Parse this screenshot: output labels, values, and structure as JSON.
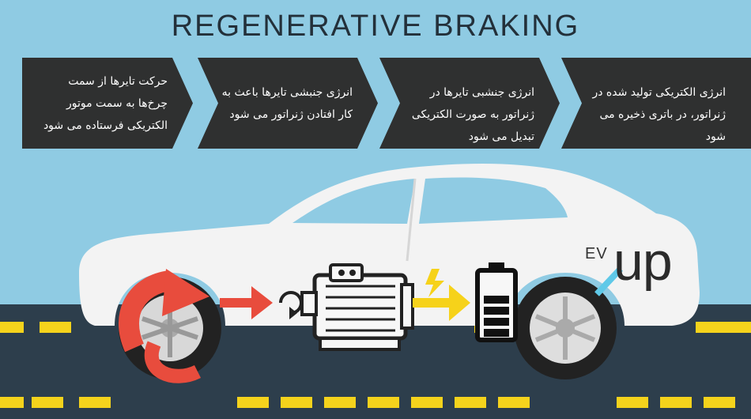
{
  "title": "REGENERATIVE BRAKING",
  "steps": [
    {
      "text": "حرکت تایرها از سمت چرخ‌ها به سمت موتور الکتریکی فرستاده می شود"
    },
    {
      "text": "انرژی جنبشی تایرها باعث به کار افتادن ژنراتور می شود"
    },
    {
      "text": "انرژی جنشبی تایرها در ژنراتور به صورت الکتریکی تبدیل می شود"
    },
    {
      "text": "انرژی الکتریکی تولید شده در ژنراتور، در باتری ذخیره می شود"
    }
  ],
  "logo": {
    "prefix": "EV",
    "word": "up"
  },
  "colors": {
    "background": "#8fcbe3",
    "step_box": "#2f3030",
    "car_body": "#f3f3f3",
    "road": "#2d3e4c",
    "lane_mark": "#f5d31c",
    "red_arrow": "#e84c3d",
    "yellow_arrow": "#f6d21a",
    "logo_accent": "#5fc9e8"
  },
  "icons": [
    "rotation-arrow-icon",
    "electric-motor-icon",
    "lightning-icon",
    "battery-icon"
  ],
  "battery_level": 0.8
}
